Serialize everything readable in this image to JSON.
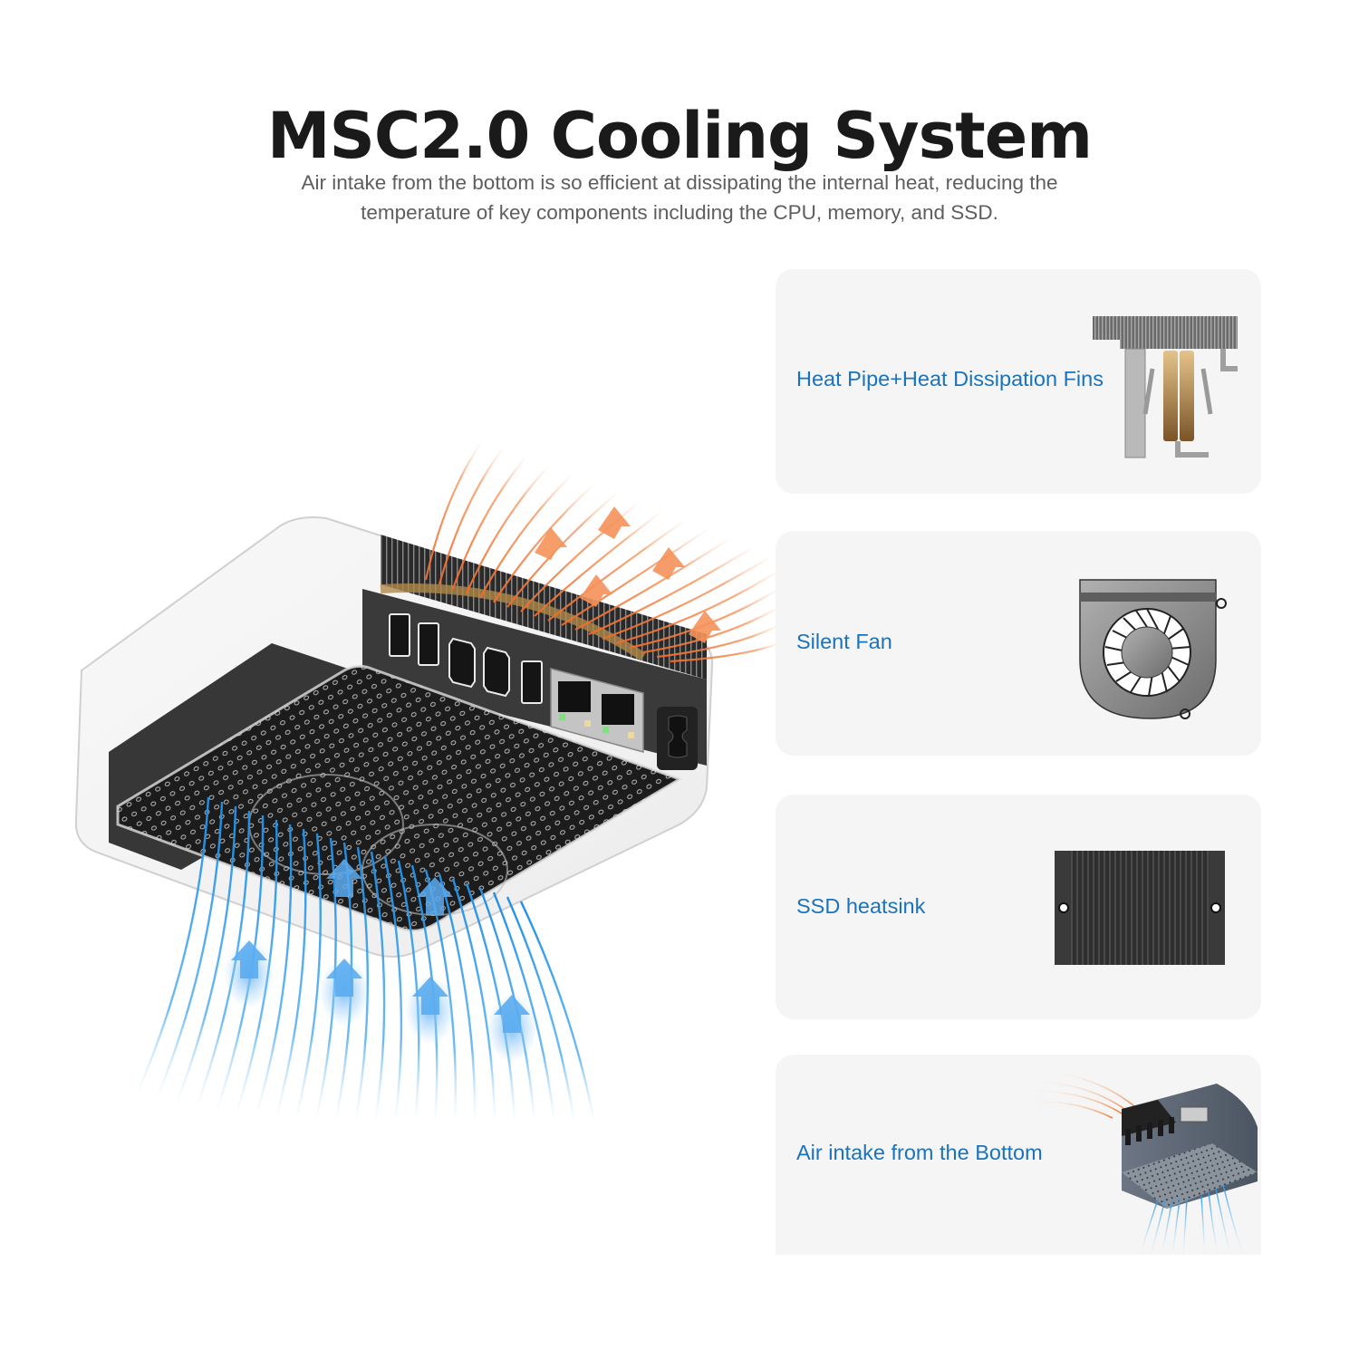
{
  "header": {
    "title": "MSC2.0 Cooling System",
    "subtitle_line1": "Air intake from the bottom is so efficient at dissipating the internal heat, reducing the",
    "subtitle_line2": "temperature of key components including the CPU, memory, and SSD."
  },
  "hero": {
    "illustration": "mini-pc-transparent-cutaway",
    "ports": [
      "usb-a",
      "usb-a",
      "hdmi",
      "hdmi",
      "usb-a",
      "rj45",
      "rj45",
      "power-c8"
    ],
    "exhaust_airflow_color": "#f07a3a",
    "intake_airflow_color": "#2f9be6"
  },
  "features": [
    {
      "label": "Heat Pipe+Heat Dissipation Fins",
      "icon": "heat-pipe-fins-image"
    },
    {
      "label": "Silent Fan",
      "icon": "blower-fan-image"
    },
    {
      "label": "SSD heatsink",
      "icon": "ssd-heatsink-image"
    },
    {
      "label": "Air intake from the Bottom",
      "icon": "mini-pc-airflow-image"
    }
  ],
  "colors": {
    "title": "#1a1a1a",
    "subtitle": "#5e5e5e",
    "feature_label": "#1a73bb",
    "card_bg": "#f5f5f5"
  }
}
